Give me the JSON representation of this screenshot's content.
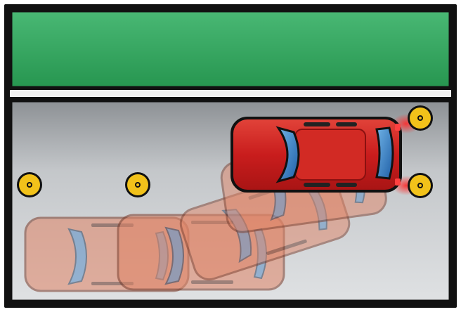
{
  "scene": {
    "kind": "parking-maneuver-illustration",
    "colors": {
      "frame": "#111111",
      "grass_top": "#3fae6a",
      "grass_bottom": "#2a9a55",
      "curb_stripe": "#f0f0f0",
      "road_light": "#d8dadd",
      "road_dark": "#8f9396",
      "car_red": "#d42a2a",
      "car_red_dark": "#a01616",
      "ghost_car": "#e88a6a",
      "window_blue": "#3f86c8",
      "marker_yellow": "#f2c21a",
      "tail_glow": "#ff3b3b"
    },
    "markers": [
      "left-marker",
      "middle-marker",
      "rear-top-marker",
      "rear-bottom-marker"
    ],
    "ghost_positions": [
      "ghost-car-1",
      "ghost-car-2",
      "ghost-car-3",
      "ghost-car-4"
    ],
    "final_car": "parked-red-car"
  }
}
